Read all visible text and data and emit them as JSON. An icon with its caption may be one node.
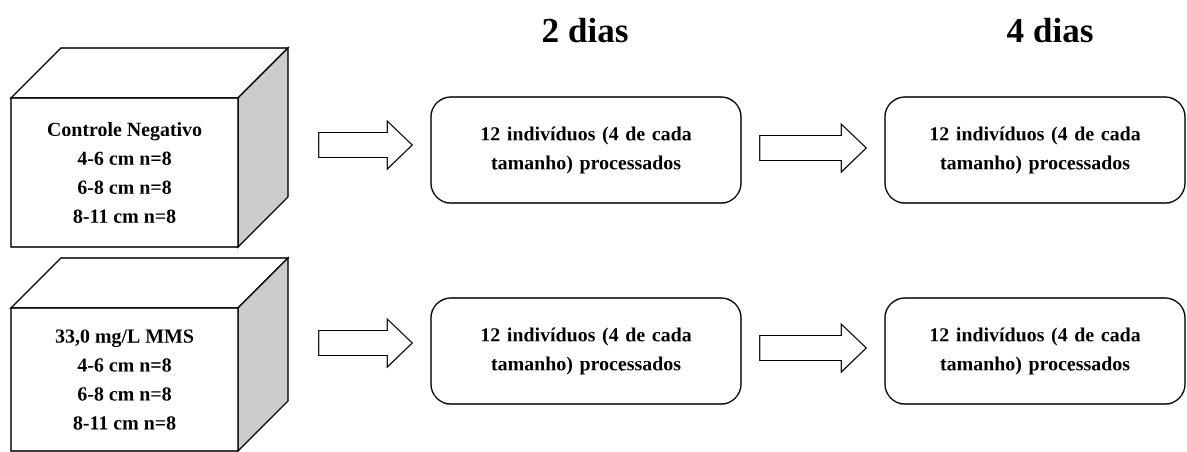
{
  "diagram": {
    "nodes": [
      {
        "text": [
          "Controle Negativo",
          "4-6 cm n=8",
          "6-8 cm n=8",
          "8-11 cm n=8"
        ]
      },
      {
        "text": [
          "12 indivíduos (4 de cada tamanho) processados"
        ]
      },
      {
        "text": [
          "12 indivíduos (4 de cada tamanho) processados"
        ]
      },
      {
        "text": [
          "33,0 mg/L MMS",
          "4-6 cm n=8",
          "6-8 cm n=8",
          "8-11 cm n=8"
        ]
      },
      {
        "text": [
          "12 indivíduos (4 de cada tamanho) processados"
        ]
      },
      {
        "text": [
          "12 indivíduos (4 de cada tamanho) processados"
        ]
      }
    ],
    "edges": [
      {
        "from": 0,
        "to": 1,
        "arrow": "to"
      },
      {
        "from": 1,
        "to": 2,
        "arrow": "to"
      },
      {
        "from": 3,
        "to": 4,
        "arrow": "to"
      },
      {
        "from": 4,
        "to": 5,
        "arrow": "to"
      }
    ],
    "labels": [
      "2 dias",
      "4 dias"
    ]
  }
}
